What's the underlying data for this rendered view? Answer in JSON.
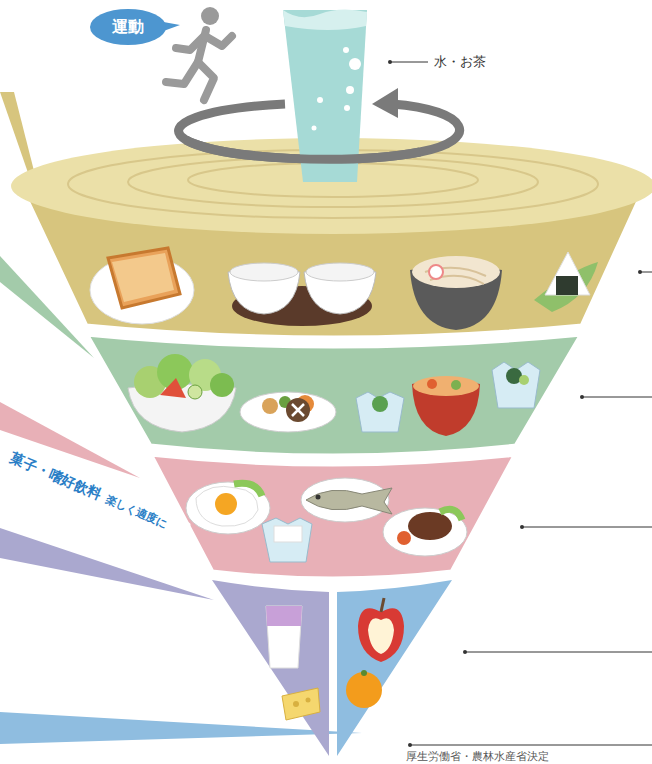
{
  "diagram": {
    "nodes": [
      {
        "text": [
          "運動"
        ]
      },
      {
        "text": [
          "菓子・嗜好飲料",
          "楽しく適度に"
        ]
      }
    ],
    "labels": [
      "水・お茶",
      "厚生労働省・農林水産省決定"
    ]
  }
}
